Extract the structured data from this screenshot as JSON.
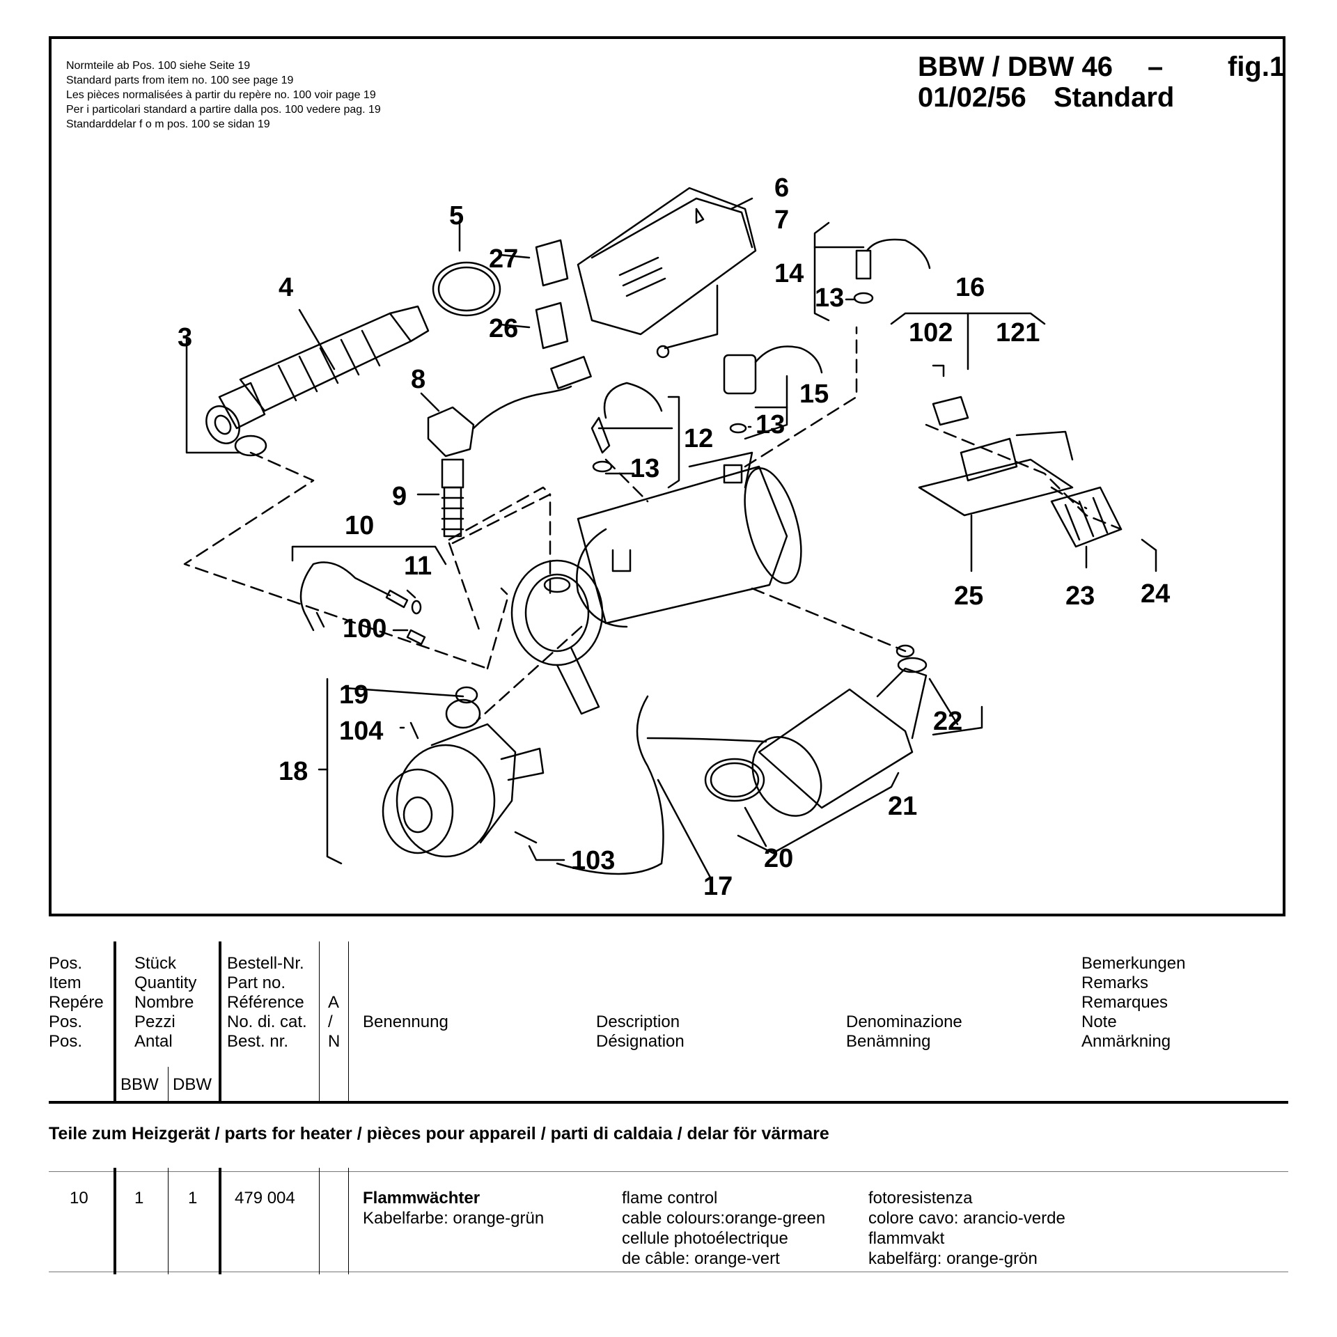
{
  "notes": [
    "Normteile ab Pos. 100 siehe Seite 19",
    "Standard parts from item no. 100 see page 19",
    "Les pièces normalisées à partir du repère no. 100 voir page 19",
    "Per i particolari standard a partire dalla pos. 100 vedere pag. 19",
    "Standarddelar f o m pos. 100 se sidan 19"
  ],
  "title": {
    "model": "BBW / DBW 46",
    "dash": "–",
    "figure": "fig.1",
    "date": "01/02/56",
    "variant": "Standard"
  },
  "callouts": {
    "c3": "3",
    "c4": "4",
    "c5": "5",
    "c6": "6",
    "c7": "7",
    "c8": "8",
    "c9": "9",
    "c10": "10",
    "c11": "11",
    "c12": "12",
    "c13a": "13",
    "c13b": "13",
    "c13c": "13",
    "c14": "14",
    "c15": "15",
    "c16": "16",
    "c17": "17",
    "c18": "18",
    "c19": "19",
    "c20": "20",
    "c21": "21",
    "c22": "22",
    "c23": "23",
    "c24": "24",
    "c25": "25",
    "c26": "26",
    "c27": "27",
    "c100": "100",
    "c102": "102",
    "c103": "103",
    "c104": "104",
    "c121": "121"
  },
  "table_header": {
    "pos": [
      "Pos.",
      "Item",
      "Repére",
      "Pos.",
      "Pos."
    ],
    "qty": [
      "Stück",
      "Quantity",
      "Nombre",
      "Pezzi",
      "Antal"
    ],
    "qty_sub": [
      "BBW",
      "DBW"
    ],
    "partno": [
      "Bestell-Nr.",
      "Part no.",
      "Référence",
      "No. di. cat.",
      "Best. nr."
    ],
    "an": [
      "A",
      "/",
      "N"
    ],
    "benennung": "Benennung",
    "description": [
      "Description",
      "Désignation"
    ],
    "denominazione": [
      "Denominazione",
      "Benämning"
    ],
    "remarks": [
      "Bemerkungen",
      "Remarks",
      "Remarques",
      "Note",
      "Anmärkning"
    ]
  },
  "section_title": "Teile zum Heizgerät / parts for heater / pièces pour appareil / parti di caldaia / delar för värmare",
  "rows": [
    {
      "pos": "10",
      "bbw": "1",
      "dbw": "1",
      "partno": "479 004",
      "de": [
        "Flammwächter",
        "Kabelfarbe: orange-grün"
      ],
      "en_fr": [
        "flame control",
        "cable colours:orange-green",
        "cellule photoélectrique",
        "de câble: orange-vert"
      ],
      "it_sv": [
        "fotoresistenza",
        "colore cavo: arancio-verde",
        "flammvakt",
        "kabelfärg: orange-grön"
      ]
    }
  ]
}
